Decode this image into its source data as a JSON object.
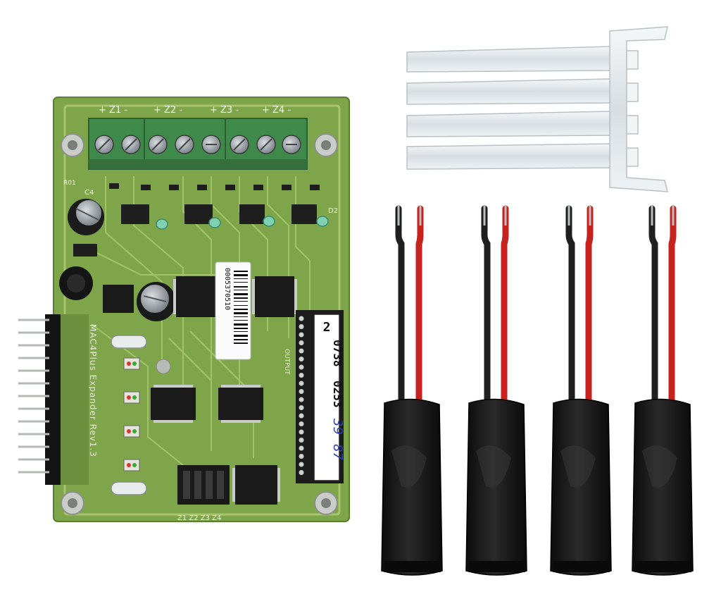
{
  "board": {
    "terminal_labels": [
      "+ Z1 -",
      "+ Z2 -",
      "+ Z3 -",
      "+ Z4 -"
    ],
    "silkscreen_title": "MAC4Plus Expander Rev1.3",
    "silkscreen_bottom": "Z1 Z2 Z3 Z4",
    "silkscreen_output": "OUTPUT",
    "refs": {
      "c4": "C4",
      "d2": "D2",
      "r01": "R01"
    },
    "barcode_number": "0005370510",
    "serial_label": {
      "digit": "2",
      "line1": "0738",
      "line2": "0253",
      "hand1": "39",
      "hand2": "87"
    }
  },
  "colors": {
    "pcb_green": "#7fa54a",
    "terminal_green": "#3f8a4a",
    "wire_black": "#1f1f1f",
    "wire_red": "#c7221e",
    "potting_black": "#141414",
    "clip_clear": "#e6ebee"
  }
}
